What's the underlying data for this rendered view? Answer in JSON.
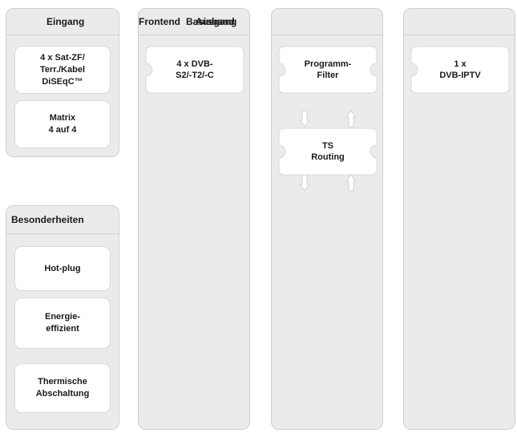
{
  "headers": {
    "eingang": "Eingang",
    "frontend": "Frontend",
    "basisband": "Basisband",
    "ausgang": "Ausgang"
  },
  "eingang_cards": {
    "sat": "4 x Sat-ZF/\nTerr./Kabel\nDiSEqC™",
    "matrix": "Matrix\n4 auf 4"
  },
  "frontend_block": "4 x DVB-\nS2/-T2/-C",
  "basisband_blocks": {
    "filter": "Programm-\nFilter",
    "routing": "TS\nRouting"
  },
  "ausgang_block": "1 x\nDVB-IPTV",
  "besonderheiten": {
    "title": "Besonderheiten",
    "items": [
      "Hot-plug",
      "Energie-\neffizient",
      "Thermische\nAbschaltung"
    ]
  },
  "colors": {
    "panel": "#ebebeb",
    "border": "#cfcfcf",
    "card": "#ffffff",
    "arrow": "#d0d0d0"
  }
}
